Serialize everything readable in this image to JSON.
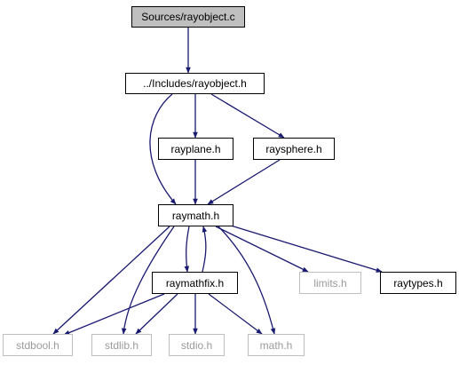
{
  "diagram": {
    "nodes": [
      {
        "id": "rayobject_c",
        "label": "Sources/rayobject.c",
        "kind": "root"
      },
      {
        "id": "rayobject_h",
        "label": "../Includes/rayobject.h",
        "kind": "internal"
      },
      {
        "id": "rayplane_h",
        "label": "rayplane.h",
        "kind": "internal"
      },
      {
        "id": "raysphere_h",
        "label": "raysphere.h",
        "kind": "internal"
      },
      {
        "id": "raymath_h",
        "label": "raymath.h",
        "kind": "internal"
      },
      {
        "id": "raymathfix_h",
        "label": "raymathfix.h",
        "kind": "internal"
      },
      {
        "id": "limits_h",
        "label": "limits.h",
        "kind": "external"
      },
      {
        "id": "raytypes_h",
        "label": "raytypes.h",
        "kind": "internal"
      },
      {
        "id": "stdbool_h",
        "label": "stdbool.h",
        "kind": "external"
      },
      {
        "id": "stdlib_h",
        "label": "stdlib.h",
        "kind": "external"
      },
      {
        "id": "stdio_h",
        "label": "stdio.h",
        "kind": "external"
      },
      {
        "id": "math_h",
        "label": "math.h",
        "kind": "external"
      }
    ],
    "edges": [
      {
        "from": "rayobject_c",
        "to": "rayobject_h"
      },
      {
        "from": "rayobject_h",
        "to": "rayplane_h"
      },
      {
        "from": "rayobject_h",
        "to": "raysphere_h"
      },
      {
        "from": "rayobject_h",
        "to": "raymath_h"
      },
      {
        "from": "rayplane_h",
        "to": "raymath_h"
      },
      {
        "from": "raysphere_h",
        "to": "raymath_h"
      },
      {
        "from": "raymath_h",
        "to": "raymathfix_h"
      },
      {
        "from": "raymathfix_h",
        "to": "raymath_h"
      },
      {
        "from": "raymath_h",
        "to": "limits_h"
      },
      {
        "from": "raymath_h",
        "to": "raytypes_h"
      },
      {
        "from": "raymath_h",
        "to": "stdbool_h"
      },
      {
        "from": "raymath_h",
        "to": "stdlib_h"
      },
      {
        "from": "raymath_h",
        "to": "math_h"
      },
      {
        "from": "raymathfix_h",
        "to": "stdbool_h"
      },
      {
        "from": "raymathfix_h",
        "to": "stdlib_h"
      },
      {
        "from": "raymathfix_h",
        "to": "stdio_h"
      },
      {
        "from": "raymathfix_h",
        "to": "math_h"
      }
    ],
    "colors": {
      "edge": "#191970",
      "node_border": "#000000",
      "external_border": "#bfbfbf",
      "external_text": "#9a9a9a",
      "root_fill": "#bfbfbf"
    }
  }
}
